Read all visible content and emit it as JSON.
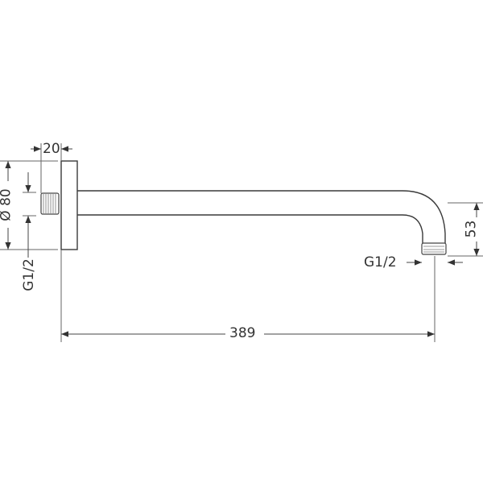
{
  "drawing": {
    "type": "technical-dimension-drawing",
    "subject": "shower arm with wall flange",
    "dimensions": {
      "flange_thickness": "20",
      "flange_diameter": "Ø 80",
      "inlet_thread": "G1/2",
      "outlet_thread": "G1/2",
      "drop_height": "53",
      "projection_length": "389"
    },
    "colors": {
      "line": "#3a3a3a",
      "thin_line": "#666666",
      "background": "#ffffff"
    }
  }
}
